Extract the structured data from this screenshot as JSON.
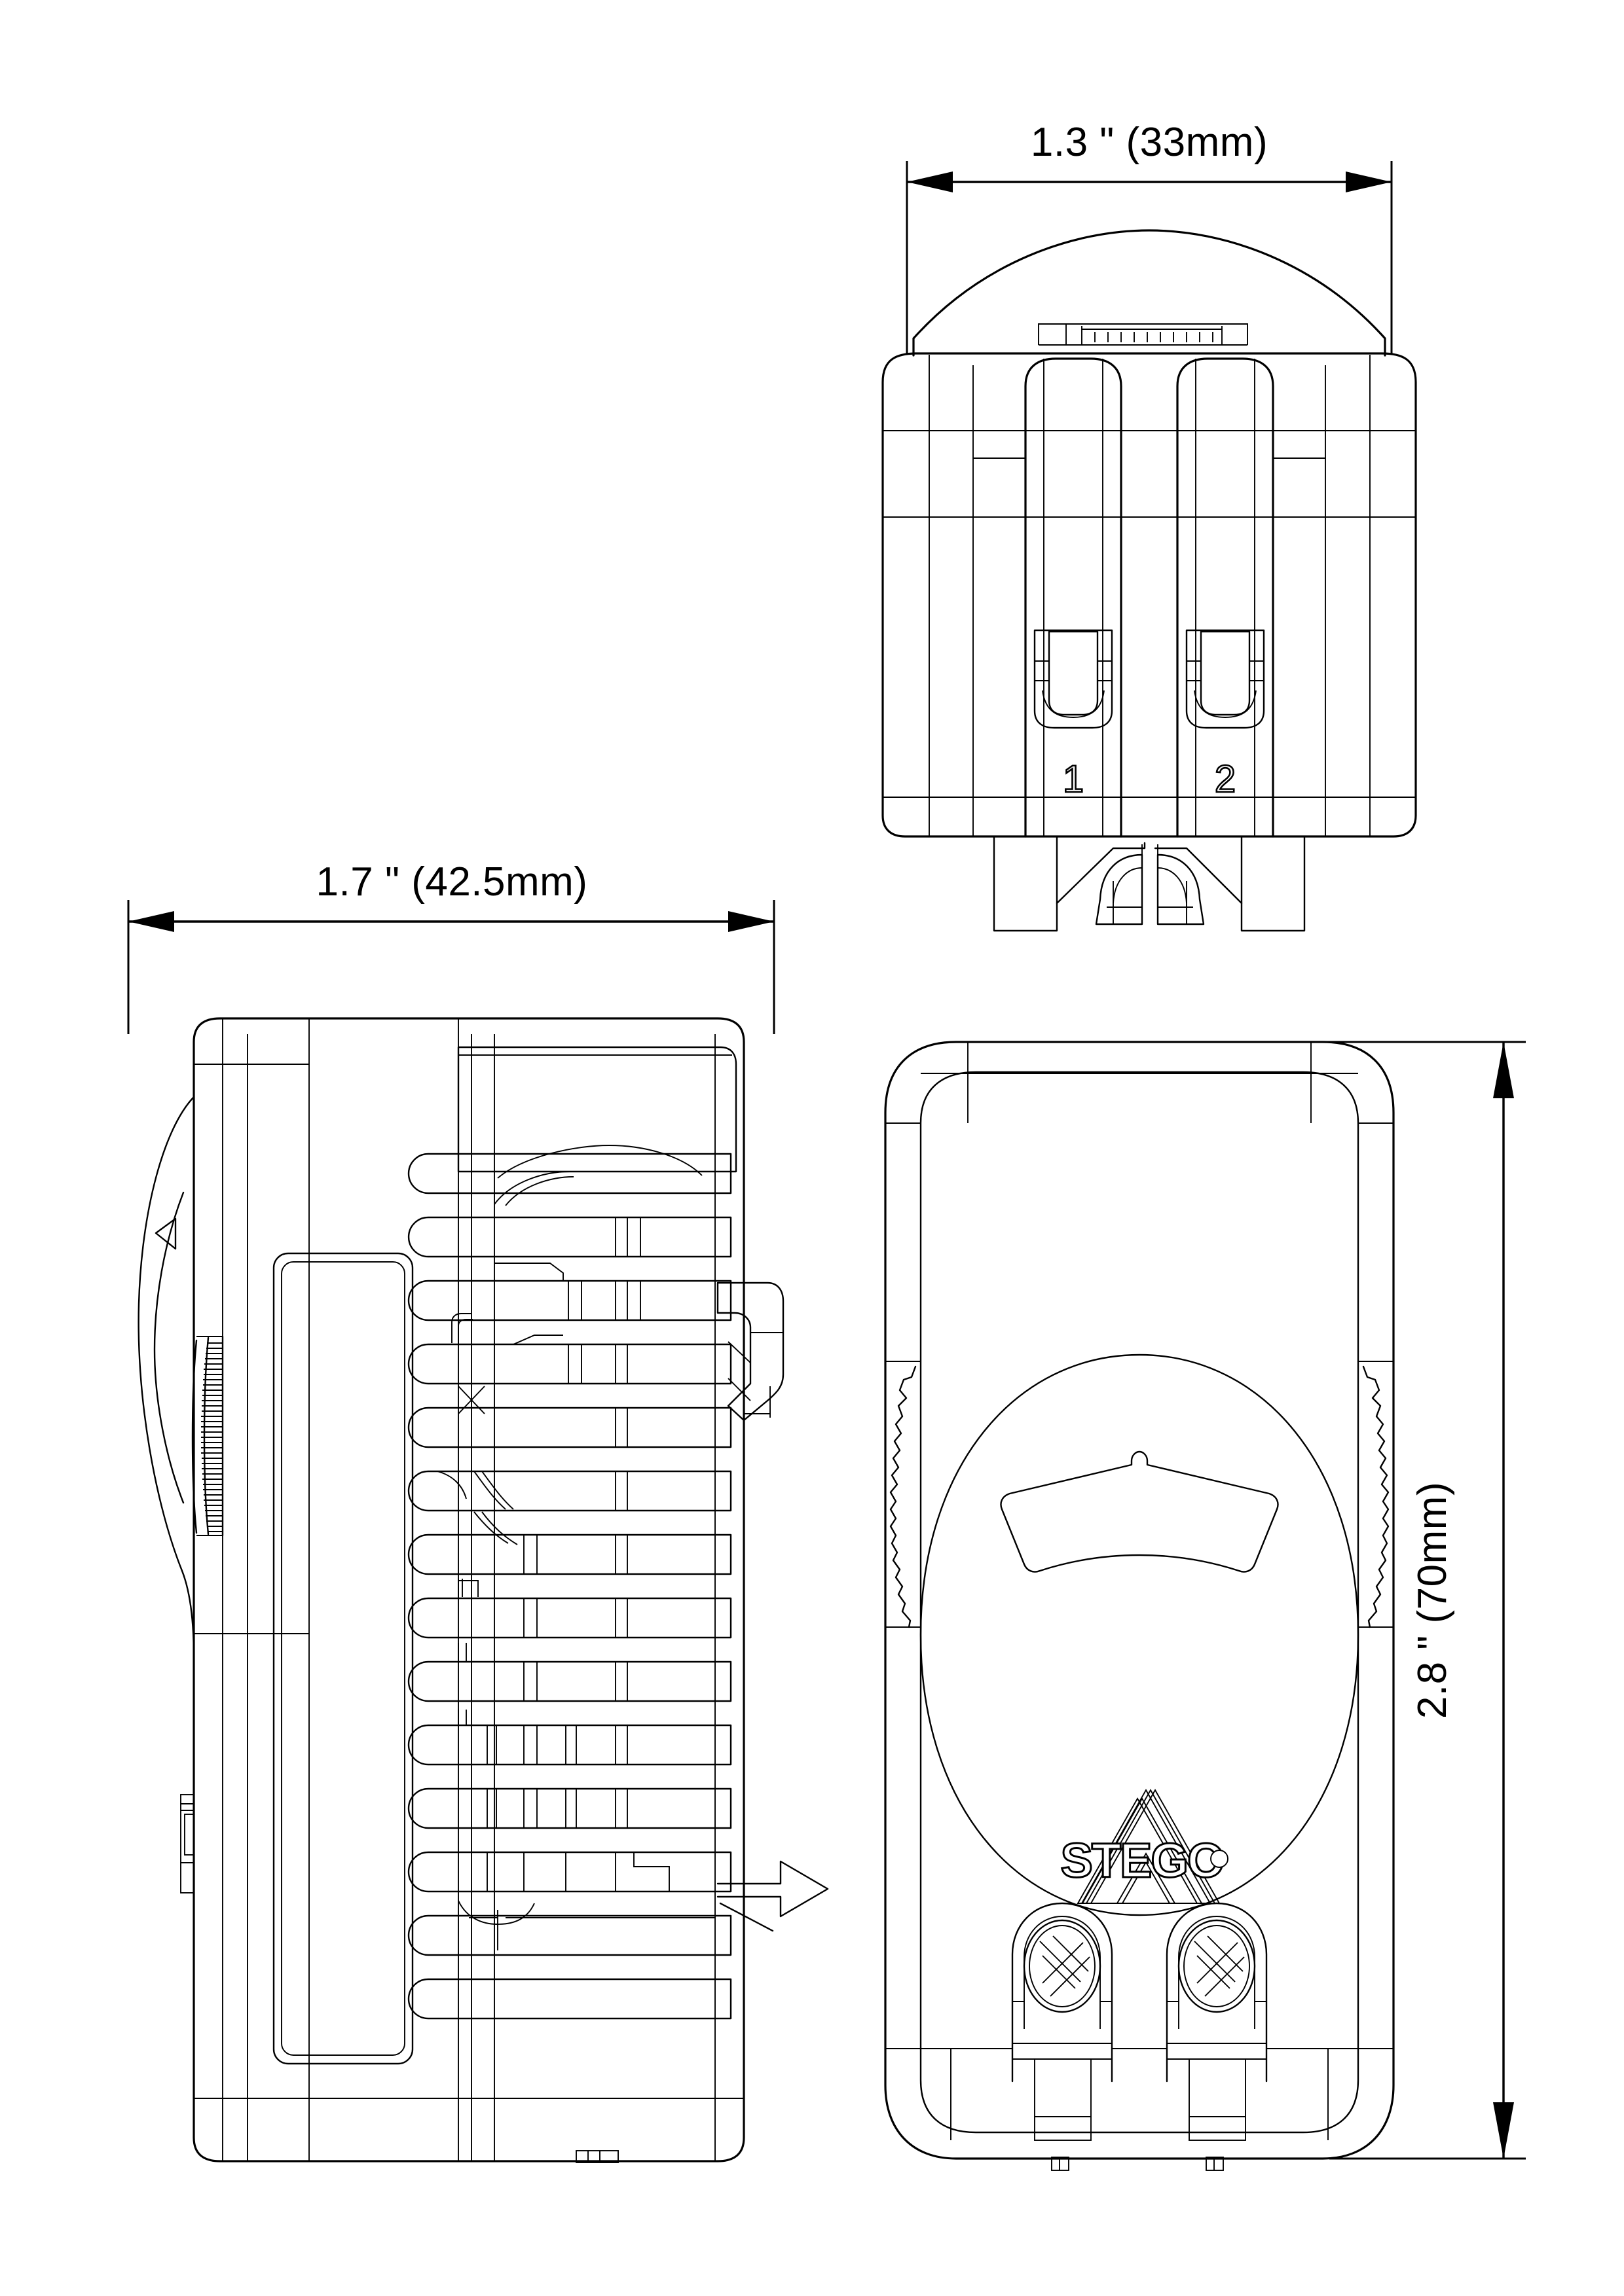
{
  "drawing": {
    "title": "STEGO thermostat technical dimension drawing",
    "brand": "STEGO",
    "line_color": "#000000",
    "background_color": "#ffffff"
  },
  "dimensions": {
    "depth": {
      "label": "1.3 \" (33mm)",
      "inches": 1.3,
      "mm": 33,
      "orientation": "horizontal",
      "view": "top-view"
    },
    "width": {
      "label": "1.7 \" (42.5mm)",
      "inches": 1.7,
      "mm": 42.5,
      "orientation": "horizontal",
      "view": "side-view"
    },
    "height": {
      "label": "2.8 \" (70mm)",
      "inches": 2.8,
      "mm": 70,
      "orientation": "vertical",
      "view": "front-view"
    }
  },
  "views": {
    "top": {
      "name": "top-view",
      "terminals": [
        {
          "number": "1"
        },
        {
          "number": "2"
        }
      ]
    },
    "side": {
      "name": "side-view",
      "fin_count": 14,
      "features": [
        "knurled-knob",
        "heat-sink-fins",
        "din-rail-clip",
        "release-latch"
      ]
    },
    "front": {
      "name": "front-view",
      "brand_label": "STEGO",
      "features": [
        "rotary-dial",
        "setpoint-window",
        "serrated-edge-left",
        "serrated-edge-right",
        "terminal-screw-1",
        "terminal-screw-2"
      ]
    }
  }
}
